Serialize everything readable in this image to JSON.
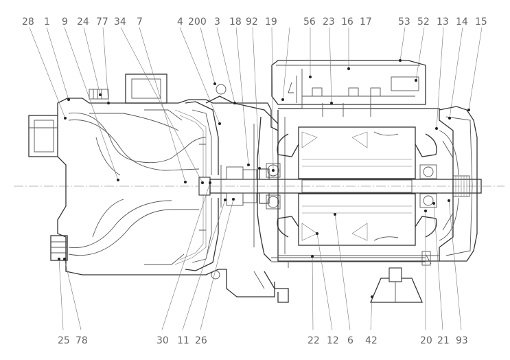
{
  "drawing": {
    "top_labels": [
      "28",
      "1",
      "9",
      "24",
      "77",
      "34",
      "7",
      "4",
      "200",
      "3",
      "18",
      "92",
      "19",
      "56",
      "23",
      "16",
      "17",
      "53",
      "52",
      "13",
      "14",
      "15"
    ],
    "bottom_labels": [
      "25",
      "78",
      "30",
      "11",
      "26",
      "22",
      "12",
      "6",
      "42",
      "20",
      "21",
      "93"
    ]
  },
  "colors": {
    "line": "#333333",
    "label": "#666666",
    "background": "#ffffff"
  }
}
